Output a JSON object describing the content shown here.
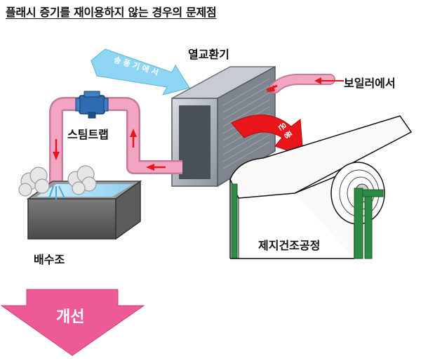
{
  "title": "플래시 증기를 재이용하지 않는 경우의 문제점",
  "labels": {
    "heat_exchanger": "열교환기",
    "from_blower": "송 풍 기 에 서",
    "from_boiler": "보일러에서",
    "steam_trap": "스팀트랩",
    "hot_air": "온 풍",
    "drain_tank": "배수조",
    "drying_process": "제지건조공정",
    "improvement": "개선"
  },
  "colors": {
    "pipe": "#f2a6c3",
    "pipe_edge": "#c77a98",
    "blower_arrow": "#8fd6f5",
    "hot_air_arrow": "#e8151b",
    "improvement_arrow": "#ec5b97",
    "trap": "#2d6cb0"
  }
}
